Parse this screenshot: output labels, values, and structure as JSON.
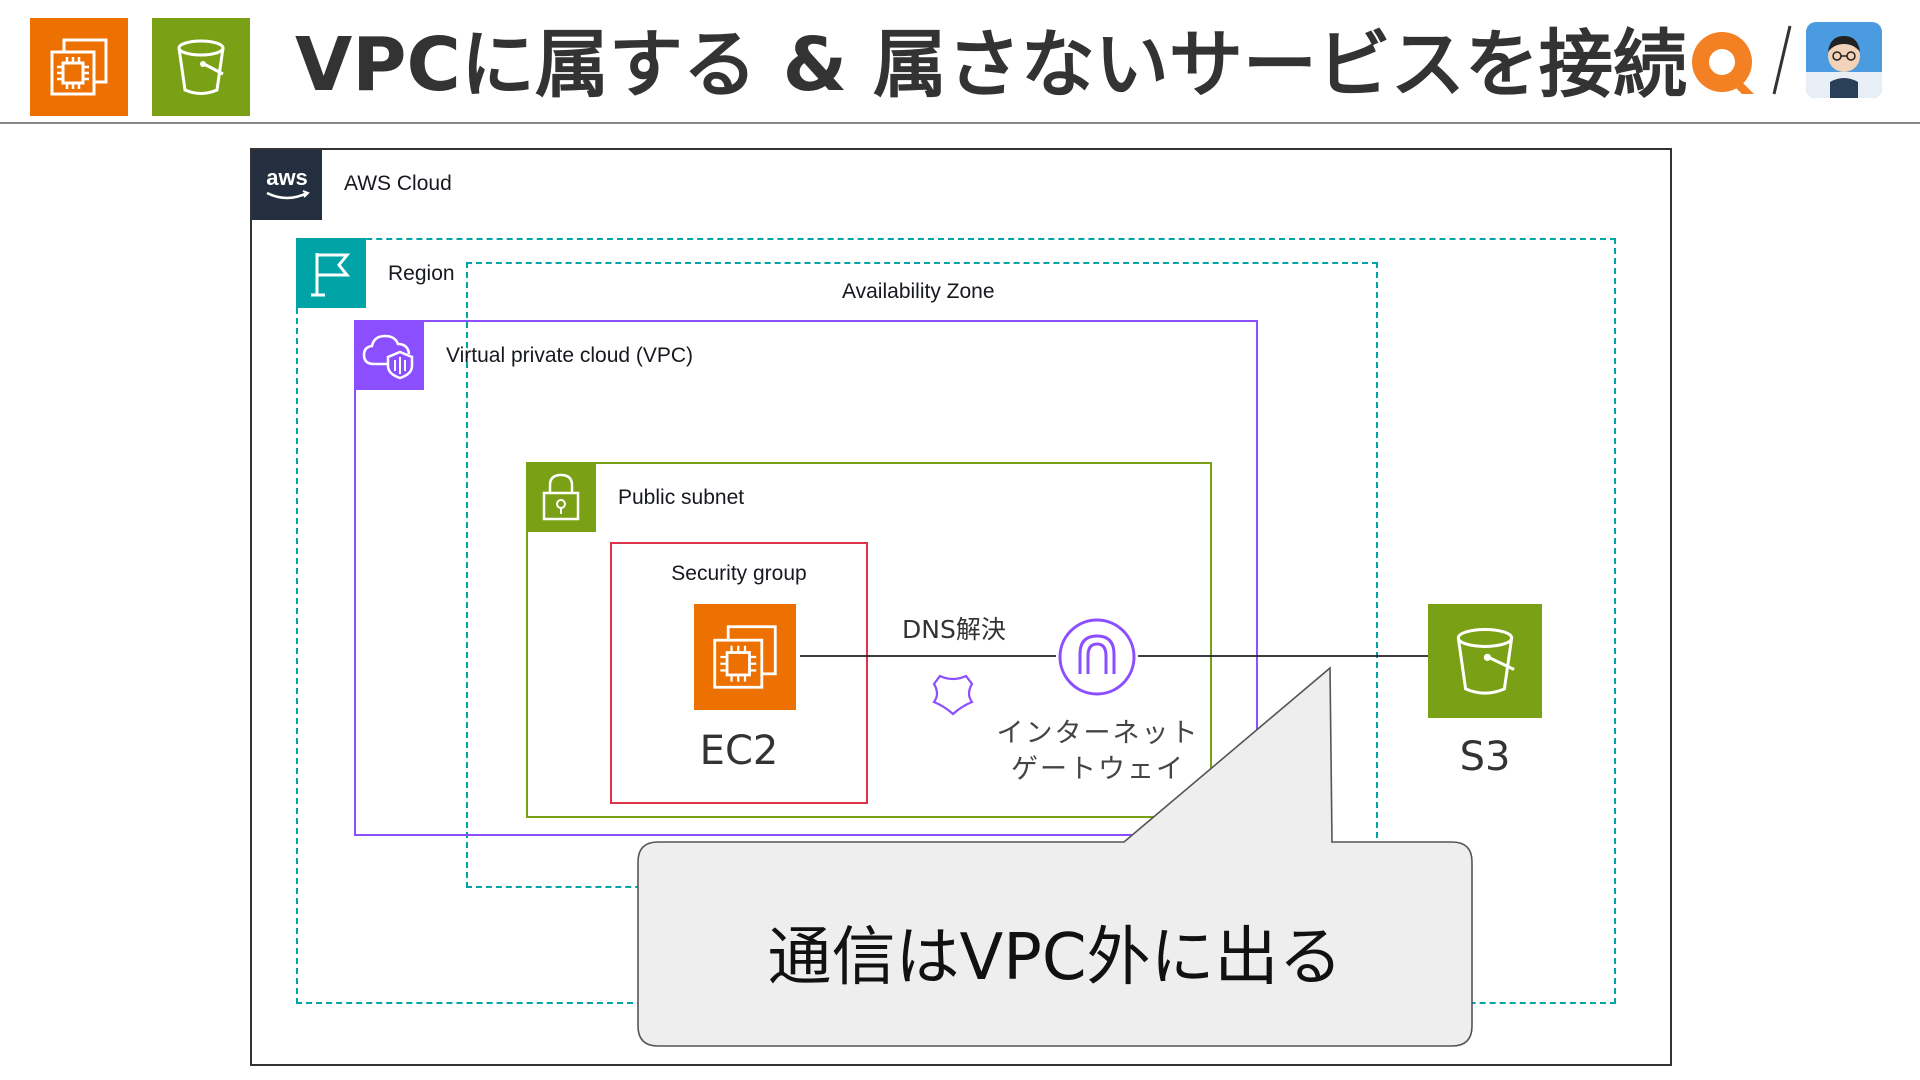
{
  "header": {
    "title": "VPCに属する & 属さないサービスを接続",
    "icons": [
      "ec2-service-icon",
      "s3-service-icon",
      "brand-logo-icon",
      "presenter-avatar"
    ],
    "colors": {
      "ec2": "#ED7100",
      "s3": "#7AA116",
      "logo": "#F48024"
    }
  },
  "diagram": {
    "aws_cloud_label": "AWS Cloud",
    "region_label": "Region",
    "az_label": "Availability Zone",
    "vpc_label": "Virtual private cloud (VPC)",
    "subnet_label": "Public subnet",
    "sg_label": "Security group",
    "ec2_label": "EC2",
    "dns_label": "DNS解決",
    "igw_label_line1": "インターネット",
    "igw_label_line2": "ゲートウェイ",
    "s3_label": "S3",
    "callout_text": "通信はVPC外に出る",
    "colors": {
      "aws": "#232F3E",
      "region": "#00A4A6",
      "vpc": "#8C4FFF",
      "subnet": "#7AA116",
      "security_group": "#DD344C",
      "callout_bg": "#EEEEEE"
    }
  }
}
